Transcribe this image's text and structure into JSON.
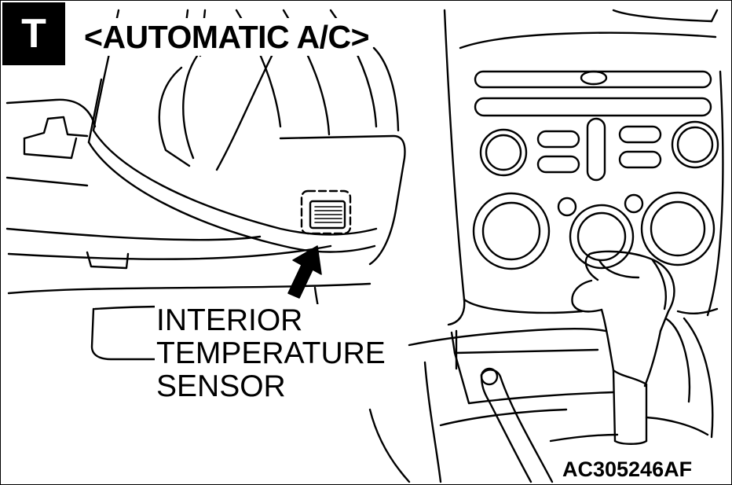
{
  "badge": "T",
  "heading": "<AUTOMATIC A/C>",
  "callout": {
    "lines": [
      "INTERIOR",
      "TEMPERATURE",
      "SENSOR"
    ]
  },
  "figure_id": "AC305246AF",
  "colors": {
    "line": "#000000",
    "background": "#ffffff"
  }
}
